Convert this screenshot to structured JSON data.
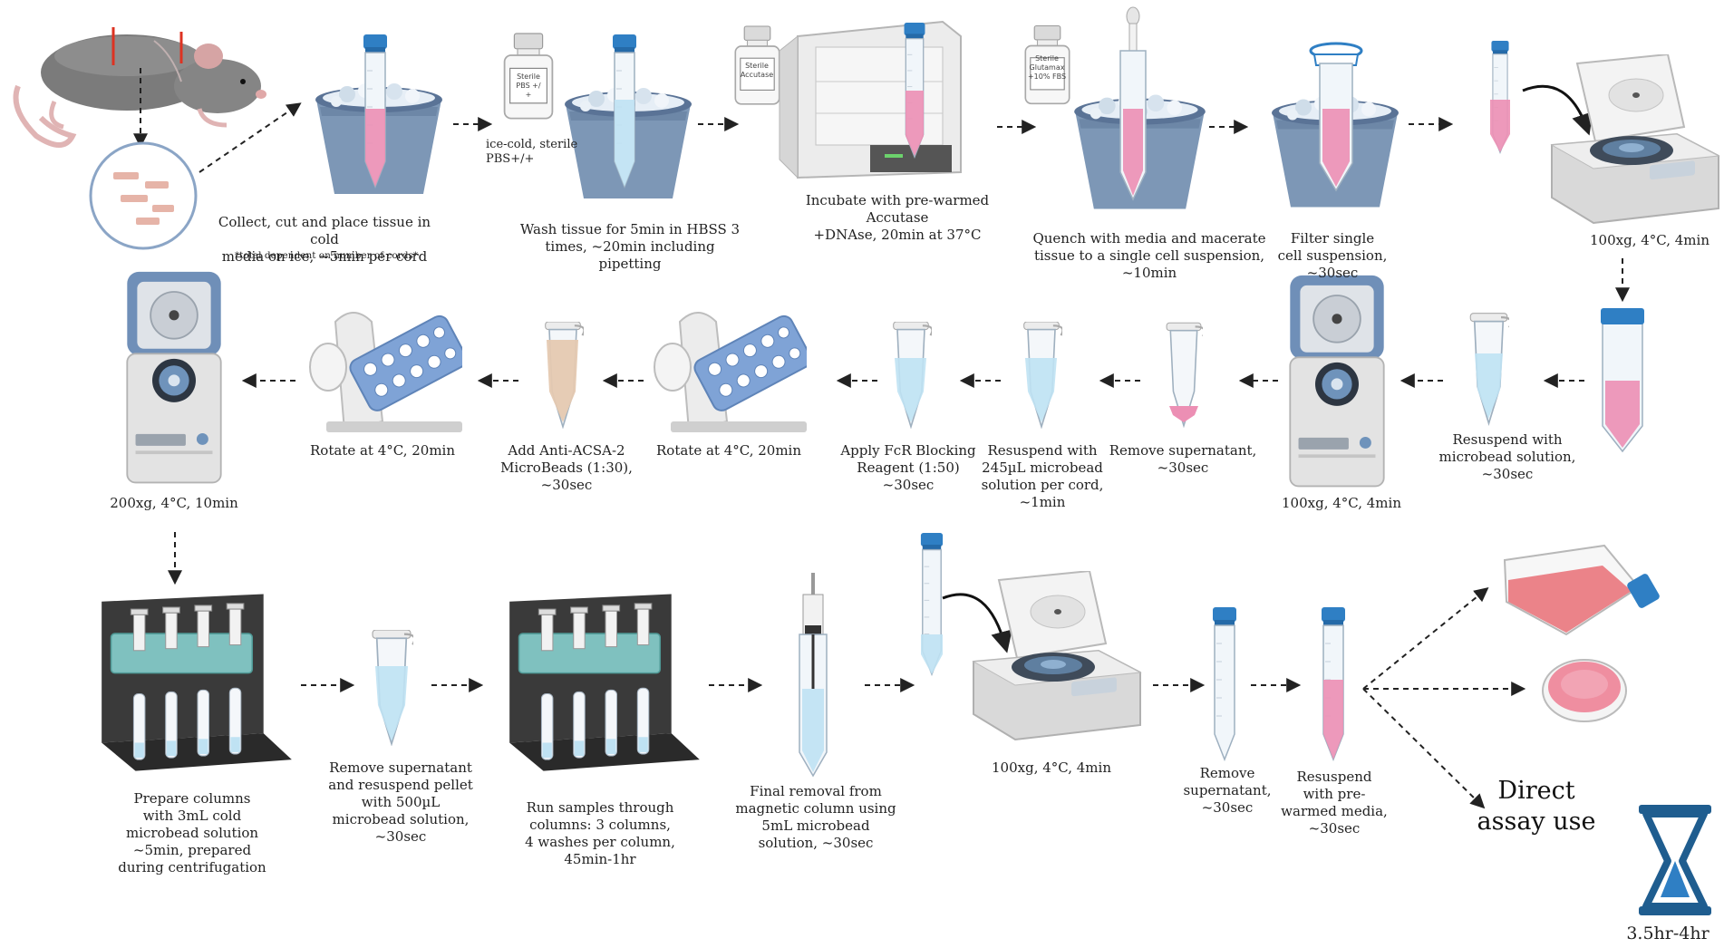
{
  "colors": {
    "bucket": "#7d97b6",
    "bucket_dark": "#5a7396",
    "ice": "#dfe9f3",
    "pink_liquid": "#ec8fb4",
    "blue_liquid": "#bfe2f3",
    "cap_blue": "#2f7fc4",
    "rotator_blue": "#7fa3d6",
    "magnet_teal": "#7fc1bf",
    "rack_dark": "#3a3a3a",
    "arrow": "#222222"
  },
  "icons": [
    "mouse-icon",
    "ice-bucket-icon",
    "conical-tube-icon",
    "reagent-bottle-icon",
    "incubator-icon",
    "pipette-icon",
    "cell-strainer-icon",
    "centrifuge-icon",
    "microtube-icon",
    "tube-rotator-icon",
    "magnetic-separator-icon",
    "syringe-icon",
    "culture-flask-icon",
    "petri-dish-icon",
    "hourglass-icon"
  ],
  "bottles": {
    "pbs": "Sterile\nPBS +/\n+",
    "accutase": "Sterile\nAccutase",
    "glutamax": "Sterile\nGlutamax\n+10% FBS"
  },
  "steps": {
    "s1": "Collect, cut and place tissue in cold\nmedia on ice, ~5min per cord",
    "s1_note": "*total dependent on number of cords*",
    "s2_bottle": "ice-cold, sterile\nPBS+/+",
    "s2": "Wash tissue for 5min in HBSS 3\ntimes, ~20min including pipetting",
    "s3": "Incubate with pre-warmed Accutase\n+DNAse, 20min at 37°C",
    "s4": "Quench with media and macerate\ntissue to a single cell suspension,\n~10min",
    "s5": "Filter single\ncell suspension, ~30sec",
    "s6": "100xg, 4°C, 4min",
    "s7": "Resuspend with\nmicrobead solution,\n~30sec",
    "s8": "100xg, 4°C, 4min",
    "s9": "Remove supernatant,\n~30sec",
    "s10": "Resuspend with\n245µL microbead\nsolution per cord,\n~1min",
    "s11": "Apply FcR Blocking\nReagent (1:50)\n~30sec",
    "s12": "Rotate at 4°C, 20min",
    "s13": "Add Anti-ACSA-2\nMicroBeads (1:30),\n~30sec",
    "s14": "Rotate at 4°C, 20min",
    "s15": "200xg, 4°C, 10min",
    "s16": "Prepare columns\nwith 3mL cold\nmicrobead solution\n~5min, prepared\nduring centrifugation",
    "s17": "Remove supernatant\nand resuspend pellet\nwith 500µL\nmicrobead solution,\n~30sec",
    "s18": "Run samples through\ncolumns: 3 columns,\n4 washes per column,\n45min-1hr",
    "s19": "Final removal from\nmagnetic column using\n5mL microbead\nsolution, ~30sec",
    "s20": "100xg, 4°C, 4min",
    "s21": "Remove\nsupernatant,\n~30sec",
    "s22": "Resuspend\nwith pre-\nwarmed media,\n~30sec",
    "s23": "Direct\nassay use",
    "total": "3.5hr-4hr"
  }
}
